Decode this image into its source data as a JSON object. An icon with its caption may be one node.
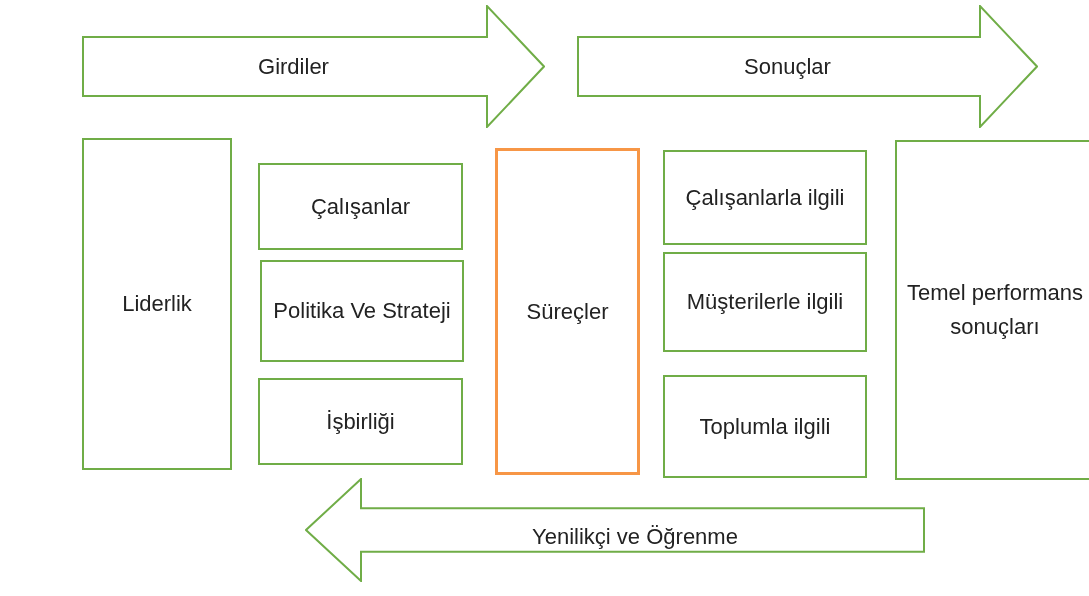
{
  "diagram": {
    "nodes": [
      {
        "text": [
          "Girdiler"
        ]
      },
      {
        "text": [
          "Sonuçlar"
        ]
      },
      {
        "text": [
          "Liderlik"
        ]
      },
      {
        "text": [
          "Çalışanlar"
        ]
      },
      {
        "text": [
          "Politika Ve Strateji"
        ]
      },
      {
        "text": [
          "İşbirliği"
        ]
      },
      {
        "text": [
          "Süreçler"
        ]
      },
      {
        "text": [
          "Çalışanlarla ilgili"
        ]
      },
      {
        "text": [
          "Müşterilerle ilgili"
        ]
      },
      {
        "text": [
          "Toplumla ilgili"
        ]
      },
      {
        "text": [
          "Temel performans sonuçları"
        ]
      },
      {
        "text": [
          "Yenilikçi ve Öğrenme"
        ]
      }
    ]
  }
}
